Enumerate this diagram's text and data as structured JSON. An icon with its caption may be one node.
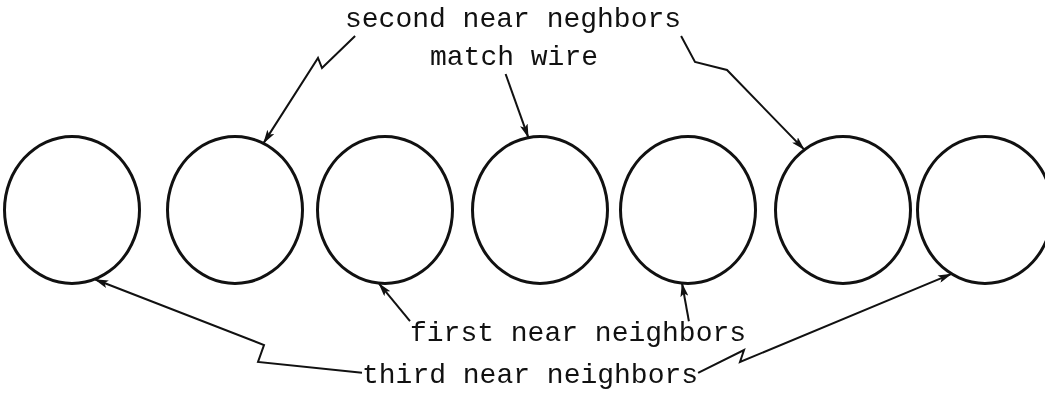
{
  "diagram": {
    "nodes": [
      {
        "text": [
          "second near neghbors"
        ]
      },
      {
        "text": [
          "match wire"
        ]
      },
      {
        "text": [
          "first near neighbors"
        ]
      },
      {
        "text": [
          "third near neighbors"
        ]
      },
      {
        "text": [],
        "shape": "circle"
      },
      {
        "text": [],
        "shape": "circle"
      },
      {
        "text": [],
        "shape": "circle"
      },
      {
        "text": [],
        "shape": "circle"
      },
      {
        "text": [],
        "shape": "circle"
      },
      {
        "text": [],
        "shape": "circle"
      },
      {
        "text": [],
        "shape": "circle"
      }
    ],
    "edges": [
      {
        "from": 0,
        "to": 5,
        "arrow": "to"
      },
      {
        "from": 0,
        "to": 9,
        "arrow": "to"
      },
      {
        "from": 1,
        "to": 7,
        "arrow": "to"
      },
      {
        "from": 2,
        "to": 6,
        "arrow": "to"
      },
      {
        "from": 2,
        "to": 8,
        "arrow": "to"
      },
      {
        "from": 3,
        "to": 4,
        "arrow": "to"
      },
      {
        "from": 3,
        "to": 10,
        "arrow": "to"
      }
    ]
  }
}
